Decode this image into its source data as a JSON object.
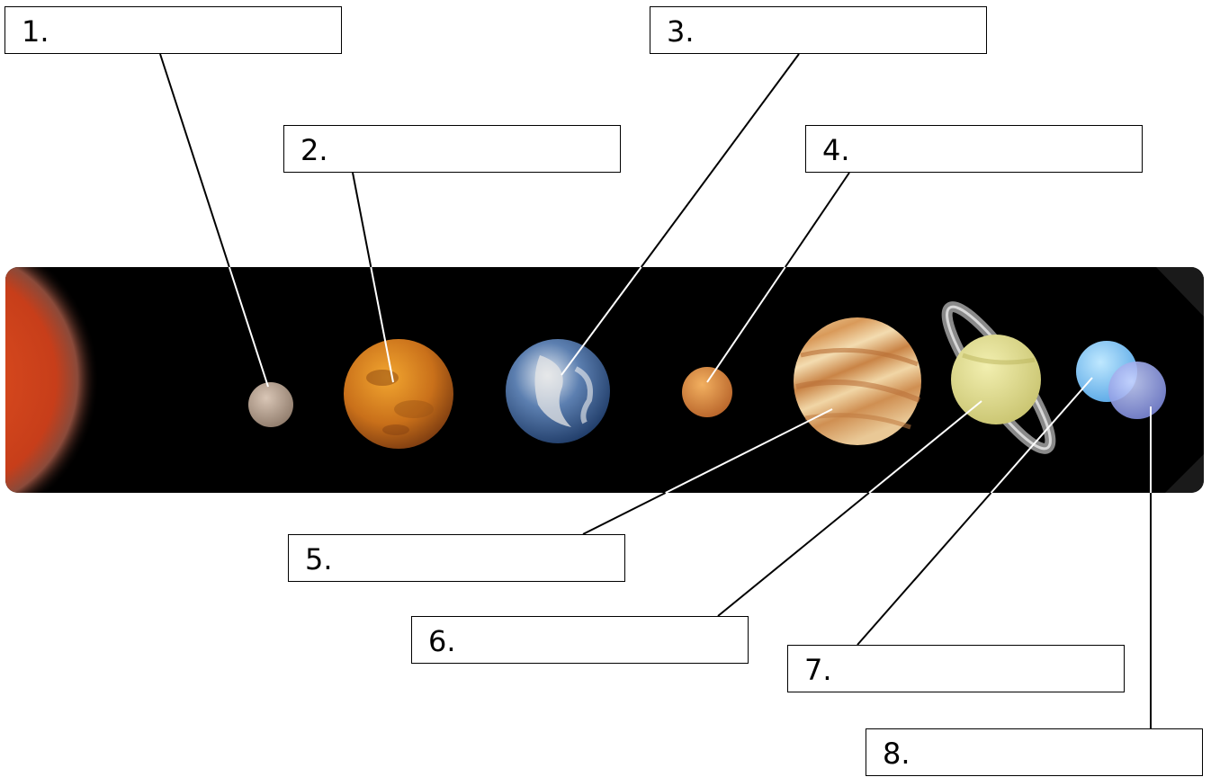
{
  "labels": [
    {
      "id": 1,
      "text": "1."
    },
    {
      "id": 2,
      "text": "2."
    },
    {
      "id": 3,
      "text": "3."
    },
    {
      "id": 4,
      "text": "4."
    },
    {
      "id": 5,
      "text": "5."
    },
    {
      "id": 6,
      "text": "6."
    },
    {
      "id": 7,
      "text": "7."
    },
    {
      "id": 8,
      "text": "8."
    }
  ],
  "colors": {
    "space": "#000000",
    "sun": "#c9401c",
    "leader_outside": "#000000",
    "leader_inside": "#ffffff"
  }
}
